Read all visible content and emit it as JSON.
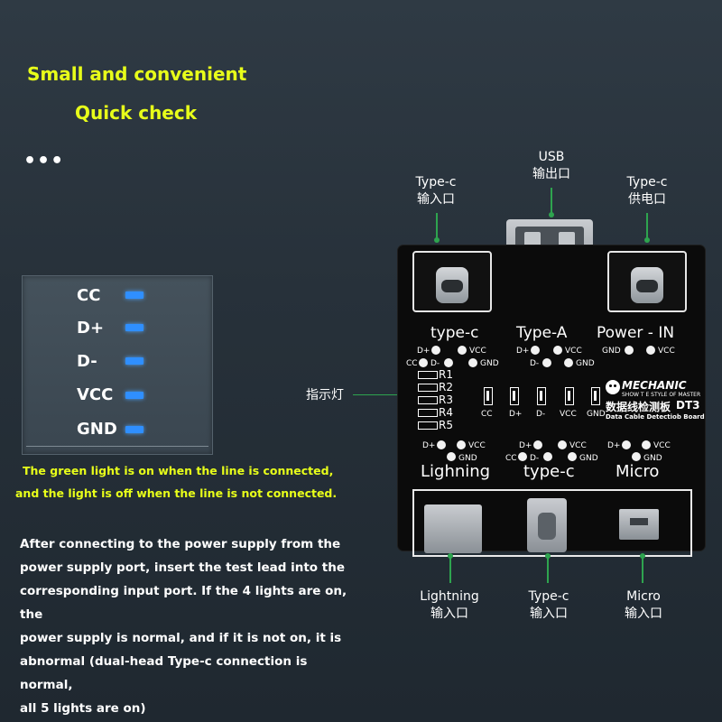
{
  "headlines": {
    "line1": "Small and convenient",
    "line2": "Quick check",
    "dots": "•••"
  },
  "legend": {
    "items": [
      {
        "label": "CC"
      },
      {
        "label": "D+"
      },
      {
        "label": "D-"
      },
      {
        "label": "VCC"
      },
      {
        "label": "GND"
      }
    ],
    "led_color": "#2f8fff"
  },
  "notes": {
    "green_line1": "The green light is on when the line is connected,",
    "green_line2": "and the light is off when the line is not connected."
  },
  "description": {
    "lines": [
      "After connecting to the power supply from the",
      "power supply port, insert the test lead into the",
      "corresponding input port. If the 4 lights are on, the",
      "power supply is normal, and if it is not on, it is",
      "abnormal (dual-head Type-c connection is normal,",
      "all 5 lights are on)"
    ]
  },
  "top_ports": {
    "typec_in": {
      "line1": "Type-c",
      "line2": "输入口"
    },
    "usb_out": {
      "line1": "USB",
      "line2": "输出口"
    },
    "typec_power": {
      "line1": "Type-c",
      "line2": "供电口"
    }
  },
  "bottom_ports": {
    "lightning": {
      "line1": "Lightning",
      "line2": "输入口"
    },
    "typec": {
      "line1": "Type-c",
      "line2": "输入口"
    },
    "micro": {
      "line1": "Micro",
      "line2": "输入口"
    }
  },
  "indicator_label": "指示灯",
  "board": {
    "top_labels": {
      "a": "type-c",
      "b": "Type-A",
      "c": "Power - IN"
    },
    "pins_typec": {
      "dp": "D+",
      "vcc": "VCC",
      "cc": "CC",
      "dm": "D-",
      "gnd": "GND"
    },
    "pins_typea": {
      "dp": "D+",
      "vcc": "VCC",
      "dm": "D-",
      "gnd": "GND"
    },
    "pins_power": {
      "gnd": "GND",
      "vcc": "VCC"
    },
    "resistors": [
      "R1",
      "R2",
      "R3",
      "R4",
      "R5"
    ],
    "leds": [
      "CC",
      "D+",
      "D-",
      "VCC",
      "GND"
    ],
    "brand": "MECHANIC",
    "brand_tagline": "SHOW T E STYLE OF MASTER",
    "product_cn": "数据线检测板",
    "model": "DT3",
    "product_en": "Data Cable Detectiob Board",
    "bottom_labels": {
      "a": "Lighning",
      "b": "type-c",
      "c": "Micro"
    },
    "pins_lightning": {
      "dp": "D+",
      "vcc": "VCC",
      "gnd": "GND"
    },
    "pins_btypec": {
      "dp": "D+",
      "vcc": "VCC",
      "cc": "CC",
      "dm": "D-",
      "gnd": "GND"
    },
    "pins_micro": {
      "dp": "D+",
      "vcc": "VCC",
      "gnd": "GND"
    }
  },
  "colors": {
    "headline": "#e8ff1a",
    "pointer_green": "#2ea44f",
    "background": "#27313a"
  }
}
